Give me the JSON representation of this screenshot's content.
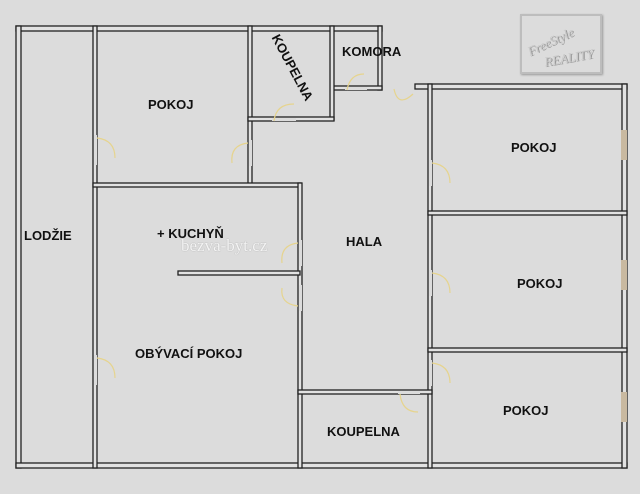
{
  "logo": {
    "line1": "FreeStyle",
    "line2": "REALITY"
  },
  "watermark": "bezva-byt.cz",
  "rooms": {
    "lodzie": "LODŽIE",
    "pokoj_top_left": "POKOJ",
    "koupelna_top": "KOUPELNA",
    "komora": "KOMORA",
    "kuchyn": "+ KUCHYŇ",
    "obyvaci_pokoj": "OBÝVACÍ POKOJ",
    "hala": "HALA",
    "koupelna_bottom": "KOUPELNA",
    "pokoj_right_1": "POKOJ",
    "pokoj_right_2": "POKOJ",
    "pokoj_right_3": "POKOJ"
  }
}
